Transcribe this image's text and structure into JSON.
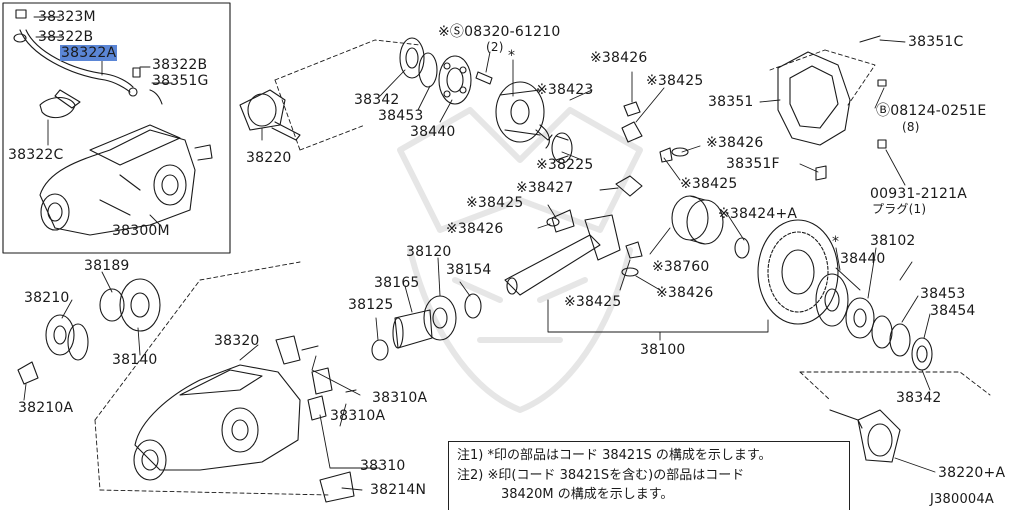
{
  "diagram_id": "J380004A",
  "labels": {
    "p38323M": "38323M",
    "p38322B_top": "38322B",
    "p38322A": "38322A",
    "p38322B": "38322B",
    "p38351G": "38351G",
    "p38322C": "38322C",
    "p38300M": "38300M",
    "p38342_top": "38342",
    "p38453_top": "38453",
    "p38440_top": "38440",
    "bolt_top": "※Ⓢ08320-61210",
    "bolt_top_qty": "(2)",
    "star_top": "*",
    "p38220": "38220",
    "p38426_a": "※38426",
    "p38425_a": "※38425",
    "p38423": "※38423",
    "p38225": "※38225",
    "p38426_b": "※38426",
    "p38425_b": "※38425",
    "p38427": "※38427",
    "p38425_c": "※38425",
    "p38426_c": "※38426",
    "p38424A": "※38424+A",
    "p38760": "※38760",
    "p38425_d": "※38425",
    "p38426_d": "※38426",
    "p38351C": "38351C",
    "p38351": "38351",
    "bolt_right": "Ⓑ08124-0251E",
    "bolt_right_qty": "(8)",
    "p38351F": "38351F",
    "plug": "00931-2121A",
    "plug_jp": "プラグ(1)",
    "star_right": "*",
    "p38102": "38102",
    "p38440_right": "38440",
    "p38453_right": "38453",
    "p38454": "38454",
    "p38342_right": "38342",
    "p38220A": "38220+A",
    "p38189": "38189",
    "p38210": "38210",
    "p38140": "38140",
    "p38210A": "38210A",
    "p38320": "38320",
    "p38120": "38120",
    "p38165": "38165",
    "p38154": "38154",
    "p38125": "38125",
    "p38100": "38100",
    "p38310A_1": "38310A",
    "p38310A_2": "38310A",
    "p38310": "38310",
    "p38214N": "38214N"
  },
  "notes": {
    "note1": "注1) *印の部品はコード 38421S の構成を示します。",
    "note2_line1": "注2) ※印(コード 38421Sを含む)の部品はコード",
    "note2_line2": "38420M の構成を示します。"
  },
  "colors": {
    "line": "#1a1a1a",
    "highlight": "#5b86d6",
    "watermark": "#e6e6e6"
  }
}
